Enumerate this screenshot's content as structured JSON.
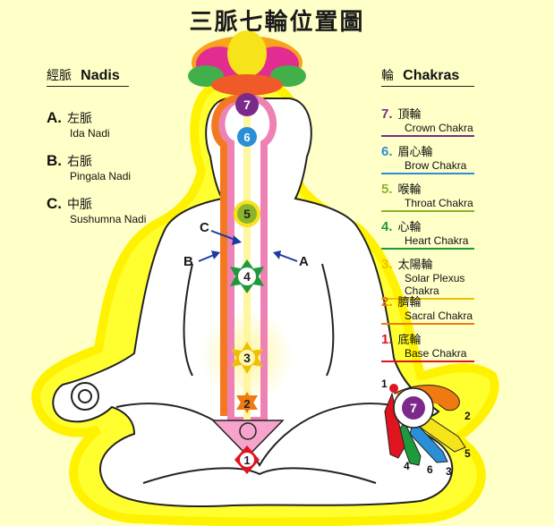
{
  "title": "三脈七輪位置圖",
  "nadis": {
    "heading_zh": "經脈",
    "heading_en": "Nadis",
    "items": [
      {
        "letter": "A.",
        "zh": "左脈",
        "en": "Ida Nadi"
      },
      {
        "letter": "B.",
        "zh": "右脈",
        "en": "Pingala Nadi"
      },
      {
        "letter": "C.",
        "zh": "中脈",
        "en": "Sushumna Nadi"
      }
    ]
  },
  "chakras": {
    "heading_zh": "輪",
    "heading_en": "Chakras",
    "items": [
      {
        "num": "7.",
        "zh": "頂輪",
        "en": "Crown Chakra",
        "color": "#7b2a8c"
      },
      {
        "num": "6.",
        "zh": "眉心輪",
        "en": "Brow Chakra",
        "color": "#2a8fd6"
      },
      {
        "num": "5.",
        "zh": "喉輪",
        "en": "Throat Chakra",
        "color": "#8cb42a"
      },
      {
        "num": "4.",
        "zh": "心輪",
        "en": "Heart Chakra",
        "color": "#1f9a3a"
      },
      {
        "num": "3.",
        "zh": "太陽輪",
        "en": "Solar Plexus Chakra",
        "color": "#f0c000"
      },
      {
        "num": "2.",
        "zh": "臍輪",
        "en": "Sacral Chakra",
        "color": "#f07a10"
      },
      {
        "num": "1.",
        "zh": "底輪",
        "en": "Base Chakra",
        "color": "#e0141e"
      }
    ]
  },
  "body_labels": {
    "c": "C",
    "b": "B",
    "a": "A",
    "markers": [
      "7",
      "6",
      "5",
      "4",
      "3",
      "2",
      "1"
    ]
  },
  "hand_labels": {
    "center": "7",
    "n1": "1",
    "n2": "2",
    "n3": "3",
    "n4": "4",
    "n5": "5",
    "n6": "6"
  }
}
